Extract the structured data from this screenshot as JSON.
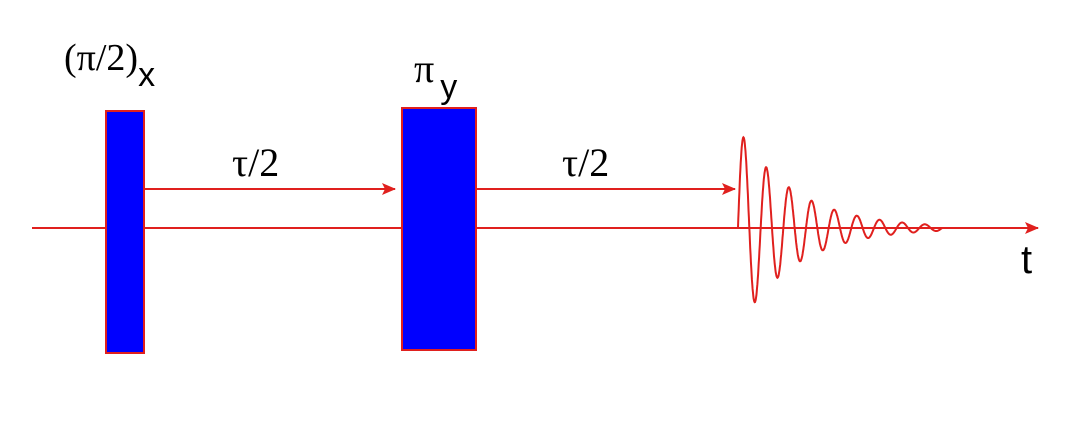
{
  "diagram": {
    "title": "Spin echo pulse sequence",
    "pulse1": {
      "label": "(π/2)",
      "subscript": "x"
    },
    "pulse2": {
      "label": "π",
      "subscript": "y"
    },
    "delay1": {
      "label": "τ/2"
    },
    "delay2": {
      "label": "τ/2"
    },
    "time_axis": {
      "label": "t"
    },
    "echo": {
      "cycles": 9,
      "decay": "exponential"
    },
    "colors": {
      "pulse_fill": "#0000ff",
      "pulse_border": "#e0201e",
      "line": "#e0201e",
      "text": "#000000"
    }
  }
}
